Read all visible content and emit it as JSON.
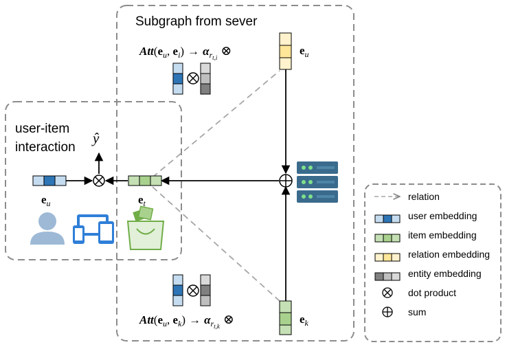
{
  "panels": {
    "server_title": "Subgraph from sever",
    "interaction_title_line1": "user-item",
    "interaction_title_line2": "interaction"
  },
  "labels": {
    "y_hat": "ŷ",
    "e_u_bottom": "e",
    "e_u_bottom_sub": "u",
    "e_t": "e",
    "e_t_sub": "t",
    "e_u_top": "e",
    "e_u_top_sub": "u",
    "e_k": "e",
    "e_k_sub": "k"
  },
  "formulas": {
    "top": {
      "att": "Att",
      "args_open": "(",
      "arg1": "e",
      "arg1_sub": "u",
      "comma": ", ",
      "arg2": "e",
      "arg2_sub": "i",
      "args_close": ")",
      "arrow": "→",
      "alpha": "α",
      "alpha_sub": "r",
      "alpha_subsub": "t,i",
      "op": "⊗"
    },
    "bottom": {
      "att": "Att",
      "args_open": "(",
      "arg1": "e",
      "arg1_sub": "u",
      "comma": ", ",
      "arg2": "e",
      "arg2_sub": "k",
      "args_close": ")",
      "arrow": "→",
      "alpha": "α",
      "alpha_sub": "r",
      "alpha_subsub": "t,k",
      "op": "⊗"
    }
  },
  "legend": {
    "items": [
      {
        "label": "relation",
        "symbol": "dashed-arrow"
      },
      {
        "label": "user embedding",
        "symbol": "user-embedding"
      },
      {
        "label": "item embedding",
        "symbol": "item-embedding"
      },
      {
        "label": "relation embedding",
        "symbol": "relation-embedding"
      },
      {
        "label": "entity embedding",
        "symbol": "entity-embedding"
      },
      {
        "label": "dot product",
        "symbol": "otimes"
      },
      {
        "label": "sum",
        "symbol": "oplus"
      }
    ]
  },
  "colors": {
    "user_light": "#c5dcf0",
    "user_dark": "#2e75b6",
    "item_light": "#c5e0b4",
    "item_dark": "#70ad47",
    "relation_light": "#fff2cc",
    "relation_mid": "#ffe699",
    "entity_light": "#d9d9d9",
    "entity_dark": "#808080",
    "server": "#3a6b8c",
    "server_light": "#4e86a8",
    "server_led": "#7fe08a",
    "person": "#9db9d6",
    "device": "#2f7fd8",
    "bag": "#70ad47",
    "dashed": "#7f7f7f",
    "line": "#000000"
  },
  "icons": {
    "server": "server-icon",
    "person": "person-icon",
    "devices": "devices-icon",
    "bag": "shopping-bag-icon"
  }
}
